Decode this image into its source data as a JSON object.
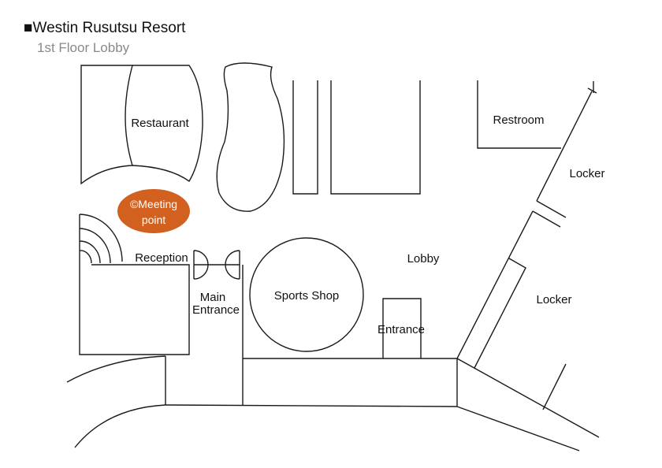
{
  "header": {
    "title": "■Westin Rusutsu Resort",
    "subtitle": "1st Floor Lobby"
  },
  "map": {
    "labels": {
      "restaurant": "Restaurant",
      "meeting_point_line1": "©Meeting",
      "meeting_point_line2": "point",
      "reception": "Reception",
      "main_entrance_line1": "Main",
      "main_entrance_line2": "Entrance",
      "sports_shop": "Sports Shop",
      "lobby": "Lobby",
      "entrance": "Entrance",
      "restroom": "Restroom",
      "locker_upper": "Locker",
      "locker_lower": "Locker"
    },
    "colors": {
      "meeting_point": "#d2601f",
      "line": "#1a1a1a",
      "subtitle": "#8a8a8a"
    }
  }
}
